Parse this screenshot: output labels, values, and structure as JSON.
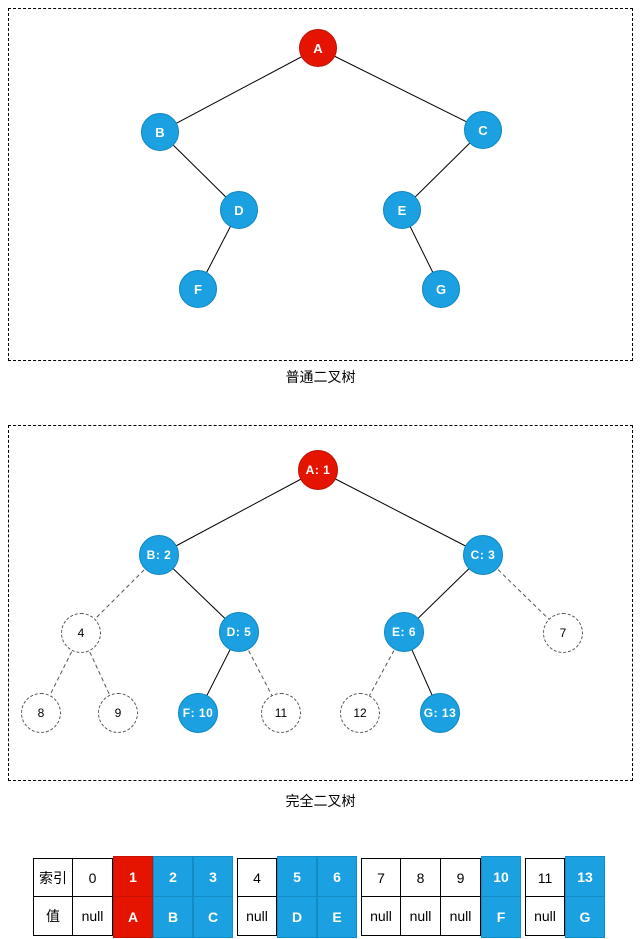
{
  "colors": {
    "red": "#E51400",
    "blue": "#1BA1E2"
  },
  "tree1": {
    "caption": "普通二叉树",
    "nodes": [
      {
        "label": "A",
        "color": "red"
      },
      {
        "label": "B",
        "color": "blue"
      },
      {
        "label": "C",
        "color": "blue"
      },
      {
        "label": "D",
        "color": "blue"
      },
      {
        "label": "E",
        "color": "blue"
      },
      {
        "label": "F",
        "color": "blue"
      },
      {
        "label": "G",
        "color": "blue"
      }
    ]
  },
  "tree2": {
    "caption": "完全二叉树",
    "nodes": [
      {
        "label": "A: 1",
        "color": "red"
      },
      {
        "label": "B: 2",
        "color": "blue"
      },
      {
        "label": "C: 3",
        "color": "blue"
      },
      {
        "label": "4",
        "color": "ghost"
      },
      {
        "label": "D: 5",
        "color": "blue"
      },
      {
        "label": "E: 6",
        "color": "blue"
      },
      {
        "label": "7",
        "color": "ghost"
      },
      {
        "label": "8",
        "color": "ghost"
      },
      {
        "label": "9",
        "color": "ghost"
      },
      {
        "label": "F: 10",
        "color": "blue"
      },
      {
        "label": "11",
        "color": "ghost"
      },
      {
        "label": "12",
        "color": "ghost"
      },
      {
        "label": "G: 13",
        "color": "blue"
      }
    ]
  },
  "table": {
    "row_headers": [
      "索引",
      "值"
    ],
    "columns": [
      {
        "index": "0",
        "value": "null",
        "color": "white"
      },
      {
        "index": "1",
        "value": "A",
        "color": "red"
      },
      {
        "index": "2",
        "value": "B",
        "color": "blue"
      },
      {
        "index": "3",
        "value": "C",
        "color": "blue"
      },
      {
        "index": "4",
        "value": "null",
        "color": "white"
      },
      {
        "index": "5",
        "value": "D",
        "color": "blue"
      },
      {
        "index": "6",
        "value": "E",
        "color": "blue"
      },
      {
        "index": "7",
        "value": "null",
        "color": "white"
      },
      {
        "index": "8",
        "value": "null",
        "color": "white"
      },
      {
        "index": "9",
        "value": "null",
        "color": "white"
      },
      {
        "index": "10",
        "value": "F",
        "color": "blue"
      },
      {
        "index": "11",
        "value": "null",
        "color": "white"
      },
      {
        "index": "13",
        "value": "G",
        "color": "blue"
      }
    ]
  }
}
